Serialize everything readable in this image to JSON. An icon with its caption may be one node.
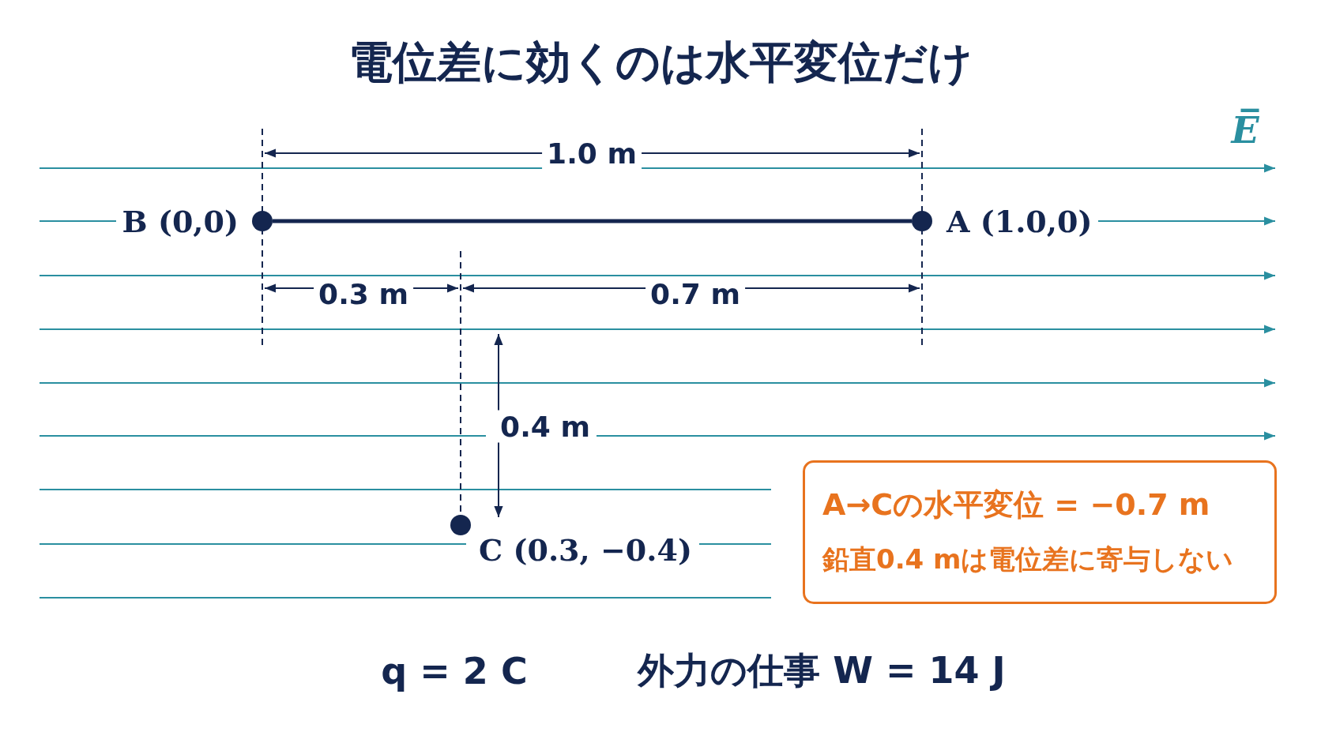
{
  "diagram": {
    "title": "電位差に効くのは水平変位だけ",
    "nodes": [
      {
        "text": [],
        "shape": "circle",
        "beside": [
          "B (0,0)"
        ]
      },
      {
        "text": [],
        "shape": "circle",
        "beside": [
          "A (1.0,0)"
        ]
      },
      {
        "text": [],
        "shape": "circle",
        "beside": [
          "C (0.3, −0.4)"
        ]
      },
      {
        "text": [
          "A→Cの水平変位 = −0.7 m",
          "鉛直0.4 mは電位差に寄与しない"
        ]
      }
    ],
    "edges": [
      {
        "from": 0,
        "to": 1,
        "arrow": "none"
      }
    ],
    "labels": [
      "E̅",
      "1.0 m",
      "0.3 m",
      "0.7 m",
      "0.4 m",
      "q = 2 C",
      "外力の仕事 W = 14 J"
    ]
  }
}
